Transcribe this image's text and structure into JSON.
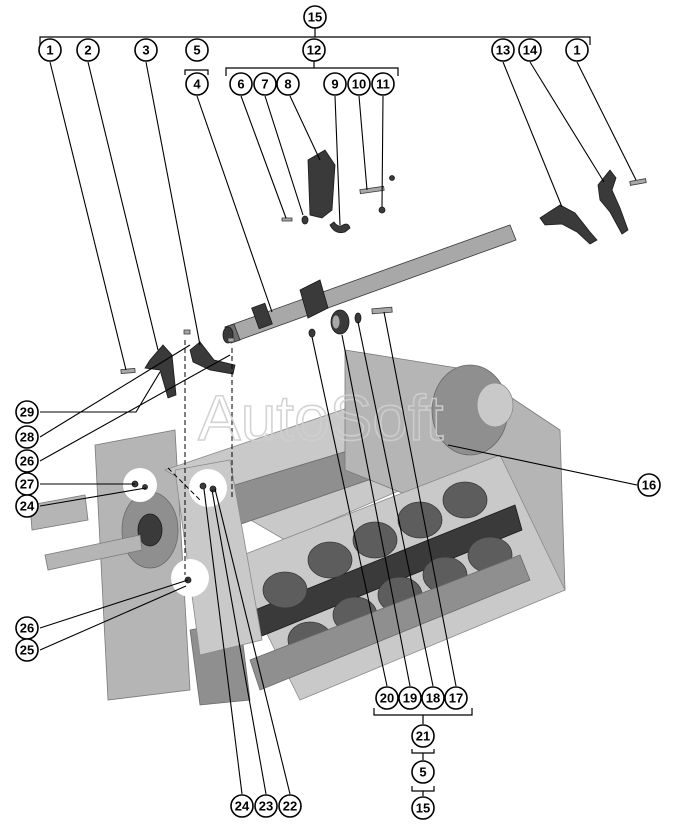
{
  "watermark": "AutoSoft",
  "callouts": {
    "c15_top": "15",
    "c1_left": "1",
    "c2": "2",
    "c3": "3",
    "c5_top": "5",
    "c4": "4",
    "c12": "12",
    "c6": "6",
    "c7": "7",
    "c8": "8",
    "c9": "9",
    "c10": "10",
    "c11": "11",
    "c13": "13",
    "c14": "14",
    "c1_right": "1",
    "c16": "16",
    "c29": "29",
    "c28": "28",
    "c26_upper": "26",
    "c27": "27",
    "c24_left": "24",
    "c26_lower": "26",
    "c25": "25",
    "c20": "20",
    "c19": "19",
    "c18": "18",
    "c17": "17",
    "c21": "21",
    "c5_bottom": "5",
    "c15_bottom": "15",
    "c24_bottom": "24",
    "c23": "23",
    "c22": "22"
  }
}
